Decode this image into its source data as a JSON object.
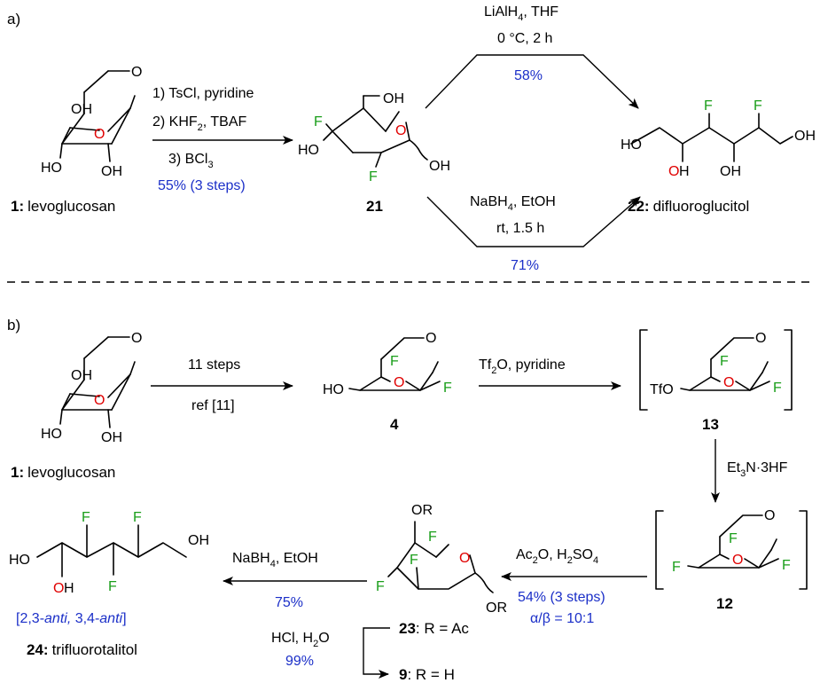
{
  "panel_a": {
    "label": "a)",
    "start": {
      "number": "1:",
      "name": "levoglucosan"
    },
    "steps": [
      "1) TsCl, pyridine",
      "2) KHF",
      "2",
      ", TBAF",
      "3) BCl",
      "3"
    ],
    "yield": "55% (3 steps)",
    "intermediate_number": "21",
    "top_reagents": [
      "LiAlH",
      "4",
      ", THF",
      "0 °C, 2 h"
    ],
    "top_yield": "58%",
    "bottom_reagents": [
      "NaBH",
      "4",
      ", EtOH",
      "rt, 1.5 h"
    ],
    "bottom_yield": "71%",
    "product": {
      "number": "22:",
      "name": "difluoroglucitol"
    }
  },
  "panel_b": {
    "label": "b)",
    "start": {
      "number": "1:",
      "name": "levoglucosan"
    },
    "step1": {
      "line1": "11 steps",
      "line2": "ref [11]"
    },
    "compound4": "4",
    "step2": [
      "Tf",
      "2",
      "O, pyridine"
    ],
    "compound13": "13",
    "step3": [
      "Et",
      "3",
      "N",
      "·",
      "3HF"
    ],
    "compound12": "12",
    "step4": [
      "Ac",
      "2",
      "O, H",
      "2",
      "SO",
      "4"
    ],
    "step4_yield": "54% (3 steps)",
    "step4_ratio": "α/β = 10:1",
    "step5": [
      "NaBH",
      "4",
      ", EtOH"
    ],
    "step5_yield": "75%",
    "product": {
      "stereo_prefix": "[2,3-",
      "anti1": "anti,",
      "mid": " 3,4-",
      "anti2": "anti",
      "suffix": "]",
      "number": "24:",
      "name": "trifluorotalitol"
    },
    "compound23": {
      "number": "23",
      "rest": ": R = Ac"
    },
    "compound9": {
      "number": "9",
      "rest": ": R = H"
    },
    "hydrolysis": [
      "HCl, H",
      "2",
      "O"
    ],
    "hydrolysis_yield": "99%"
  },
  "atoms": {
    "O": "O",
    "OH": "OH",
    "HO": "HO",
    "F": "F",
    "OR": "OR",
    "TfO": "TfO"
  }
}
